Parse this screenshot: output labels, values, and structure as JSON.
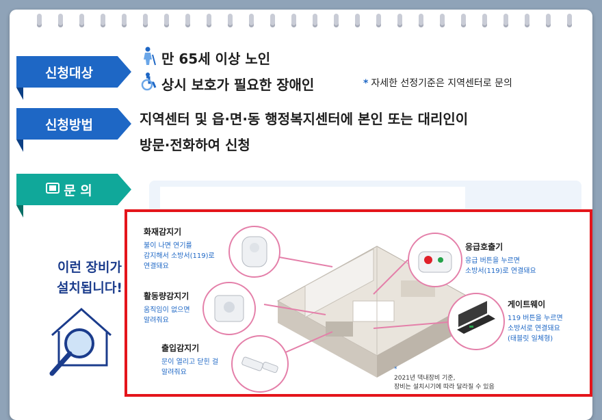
{
  "sections": {
    "target": {
      "label": "신청대상",
      "line1": "만 65세 이상 노인",
      "line2": "상시 보호가 필요한 장애인",
      "note_symbol": "*",
      "note": "자세한 선정기준은 지역센터로 문의"
    },
    "method": {
      "label": "신청방법",
      "line1": "지역센터 및 읍·면·동 행정복지센터에 본인 또는 대리인이",
      "line2": "방문·전화하여 신청"
    },
    "inquiry": {
      "label": "문 의"
    }
  },
  "equipment": {
    "title_line1": "이런 장비가",
    "title_line2": "설치됩니다!",
    "fire": {
      "label": "화재감지기",
      "desc1": "불이 나면 연기를",
      "desc2": "감지해서 소방서(119)로",
      "desc3": "연결돼요"
    },
    "activity": {
      "label": "활동량감지기",
      "desc1": "움직임이 없으면",
      "desc2": "알려줘요"
    },
    "door": {
      "label": "출입감지기",
      "desc1": "문이 열리고 닫힌 걸",
      "desc2": "알려줘요"
    },
    "emergency": {
      "label": "응급호출기",
      "desc1": "응급 버튼을 누르면",
      "desc2": "소방서(119)로 연결돼요"
    },
    "gateway": {
      "label": "게이트웨이",
      "desc1": "119 버튼을 누르면",
      "desc2": "소방서로 연결돼요",
      "desc3": "(태블릿 일체형)"
    },
    "footnote_symbol": "*",
    "footnote1": "2021년 댁내장비 기준,",
    "footnote2": "장비는 설치시기에 따라 달라질 수 있음"
  },
  "colors": {
    "blue": "#1e67c5",
    "green": "#10a89a",
    "red_frame": "#e4151b",
    "navy_text": "#1b3c8c"
  },
  "icons": [
    "elderly-icon",
    "wheelchair-icon",
    "phone-book-icon",
    "house-search-icon"
  ]
}
